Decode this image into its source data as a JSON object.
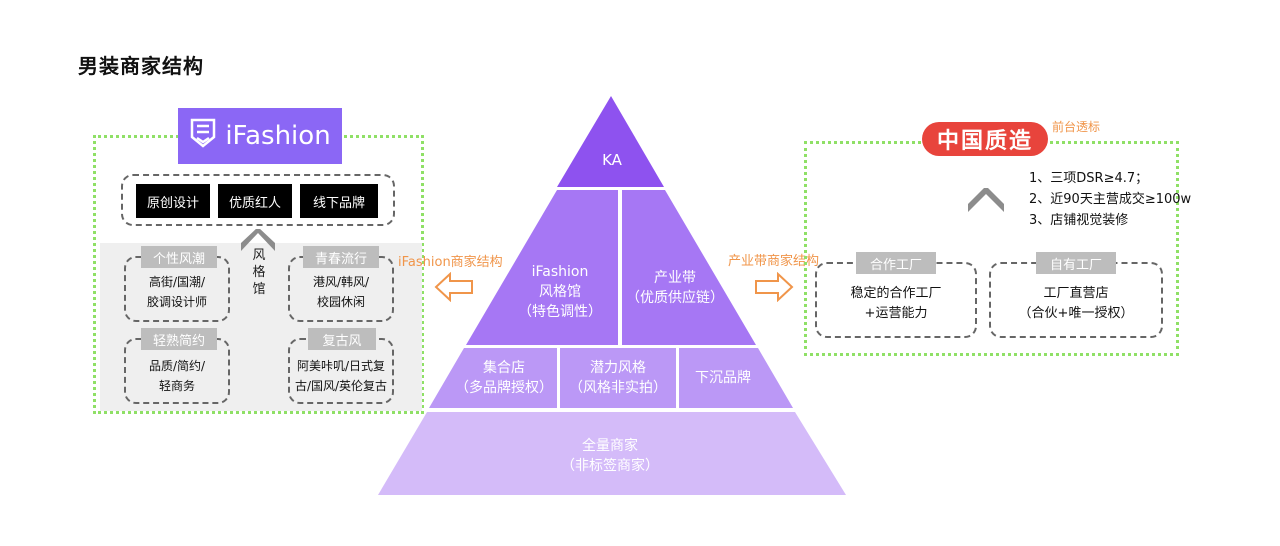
{
  "title": "男装商家结构",
  "left_panel": {
    "brand": "iFashion",
    "top_tags": [
      "原创设计",
      "优质红人",
      "线下品牌"
    ],
    "vertical_label": "风格馆",
    "categories": [
      {
        "name": "个性风潮",
        "lines": [
          "高街/国潮/",
          "胶调设计师"
        ]
      },
      {
        "name": "青春流行",
        "lines": [
          "港风/韩风/",
          "校园休闲"
        ]
      },
      {
        "name": "轻熟简约",
        "lines": [
          "品质/简约/",
          "轻商务"
        ]
      },
      {
        "name": "复古风",
        "lines": [
          "阿美咔叽/日式复",
          "古/国风/英伦复古"
        ]
      }
    ]
  },
  "pyramid": {
    "apex": "KA",
    "ifashion": [
      "iFashion",
      "风格馆",
      "（特色调性）"
    ],
    "industry": [
      "产业带",
      "（优质供应链）"
    ],
    "collection": [
      "集合店",
      "（多品牌授权）"
    ],
    "potential": [
      "潜力风格",
      "（风格非实拍）"
    ],
    "sink": "下沉品牌",
    "all": [
      "全量商家",
      "（非标签商家）"
    ]
  },
  "labels": {
    "left_arrow": "iFashion商家结构",
    "right_arrow": "产业带商家结构",
    "front_label": "前台透标"
  },
  "right_panel": {
    "badge": "中国质造",
    "criteria": [
      "1、三项DSR≥4.7；",
      "2、近90天主营成交≥100w",
      "3、店铺视觉装修"
    ],
    "boxes": [
      {
        "name": "合作工厂",
        "lines": [
          "稳定的合作工厂",
          "+运营能力"
        ]
      },
      {
        "name": "自有工厂",
        "lines": [
          "工厂直营店",
          "（合伙+唯一授权）"
        ]
      }
    ]
  },
  "colors": {
    "apex": "#8e52ef",
    "mid": "#a677f4",
    "lower": "#bb98f6",
    "base": "#d4bbf9",
    "brand": "#8b67f5",
    "badge": "#e8443c",
    "dotted": "#8fe066",
    "orange": "#f0954a"
  }
}
